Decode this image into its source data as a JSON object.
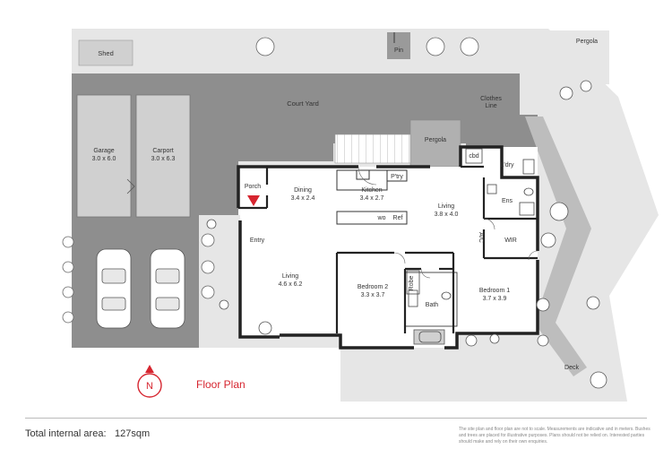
{
  "labels": {
    "shed": "Shed",
    "pin": "Pin",
    "pergola_top": "Pergola",
    "court_yard": "Court Yard",
    "clothes_line_1": "Clothes",
    "clothes_line_2": "Line",
    "pergola_mid": "Pergola",
    "garage_name": "Garage",
    "garage_size": "3.0 x 6.0",
    "carport_name": "Carport",
    "carport_size": "3.0 x 6.3",
    "porch": "Porch",
    "dining_name": "Dining",
    "dining_size": "3.4 x 2.4",
    "pantry": "P'try",
    "kitchen_name": "Kitchen",
    "kitchen_size": "3.4 x 2.7",
    "cbd": "cbd",
    "laundry": "L'dry",
    "wo": "wo",
    "ref": "Ref",
    "living_right_name": "Living",
    "living_right_size": "3.8 x 4.0",
    "ens": "Ens",
    "entry": "Entry",
    "ac": "A/C",
    "wir": "WIR",
    "living_left_name": "Living",
    "living_left_size": "4.6 x 6.2",
    "robe": "Robe",
    "bedroom2_name": "Bedroom 2",
    "bedroom2_size": "3.3 x 3.7",
    "bedroom1_name": "Bedroom 1",
    "bedroom1_size": "3.7 x 3.9",
    "bath": "Bath",
    "deck": "Deck",
    "compass": "N"
  },
  "title": "Floor Plan",
  "footer": {
    "total_label": "Total internal area:",
    "total_value": "127sqm",
    "disclaimer": "The site plan and floor plan are not to scale. Measurements are indicative and in meters. Bushes and trees are placed for illustrative purposes. Plans should not be relied on. Interested parties should make and rely on their own enquiries."
  },
  "colors": {
    "paving": "#8e8e8e",
    "lawn": "#e6e6e6",
    "wall": "#222222",
    "accent": "#d6252f",
    "roof_box": "#d0d0d0"
  },
  "icons": [
    "compass-icon",
    "entry-arrow-icon",
    "car-icon",
    "tree-icon",
    "bush-icon"
  ]
}
